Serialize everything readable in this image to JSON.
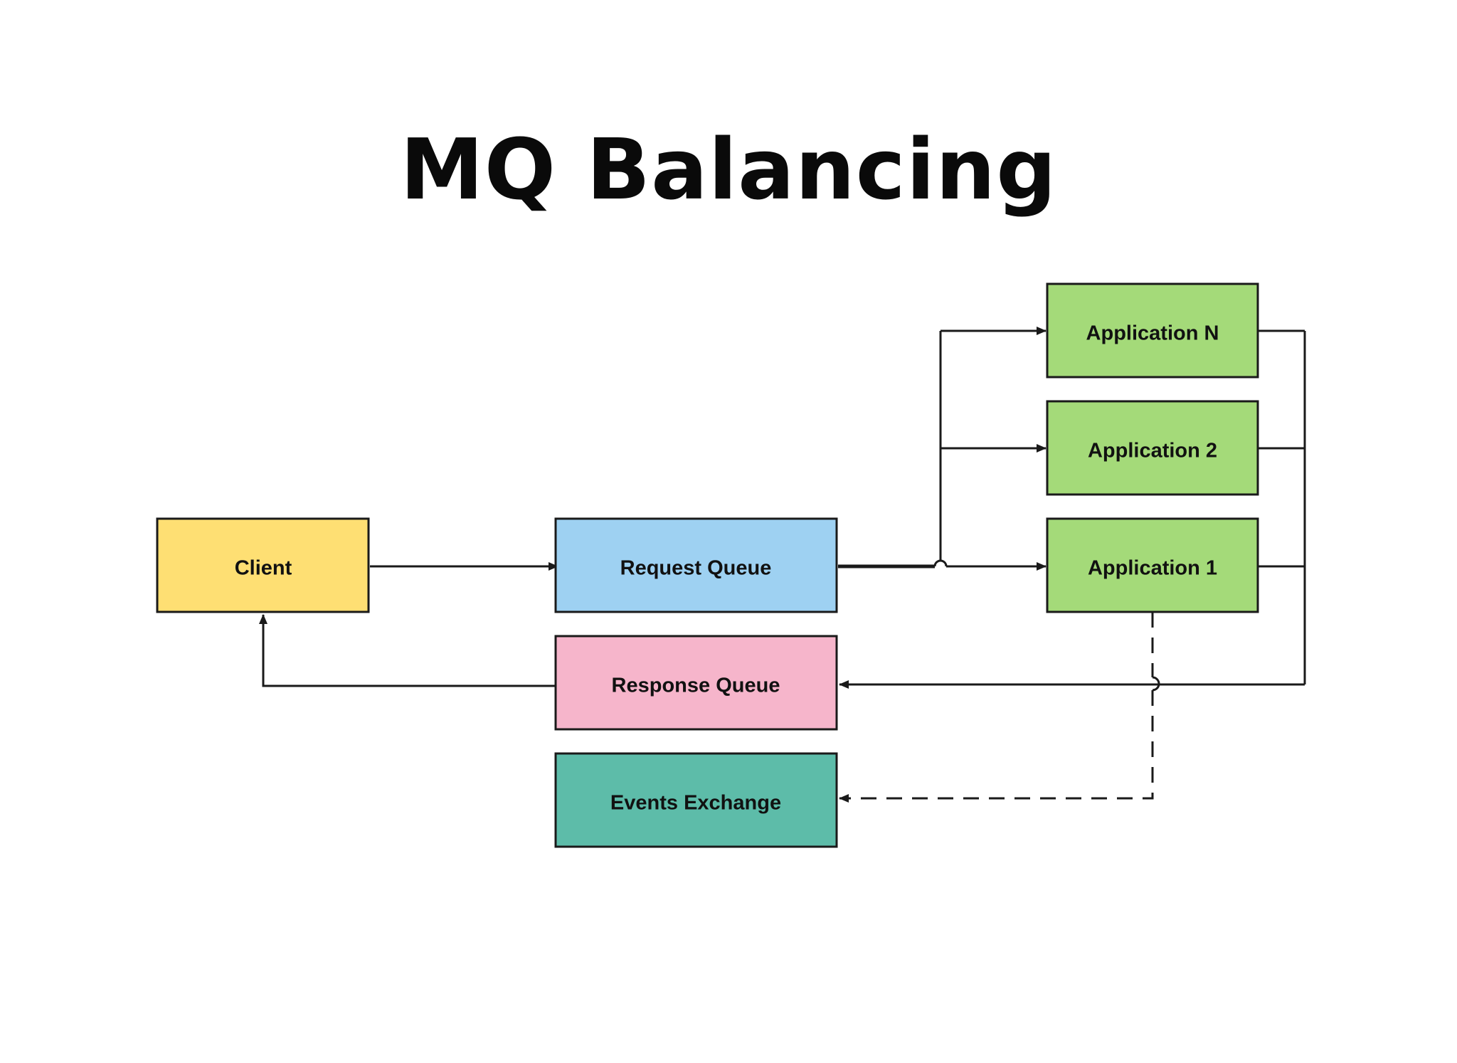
{
  "title": "MQ Balancing",
  "colors": {
    "client": "#FEDF73",
    "request_queue": "#9ED1F2",
    "response_queue": "#F6B5CB",
    "events_exchange": "#5DBCA9",
    "application": "#A4DA79",
    "stroke": "#1a1a1a"
  },
  "nodes": {
    "client": "Client",
    "request_queue": "Request Queue",
    "response_queue": "Response Queue",
    "events_exchange": "Events Exchange",
    "application_n": "Application N",
    "application_2": "Application 2",
    "application_1": "Application 1"
  }
}
